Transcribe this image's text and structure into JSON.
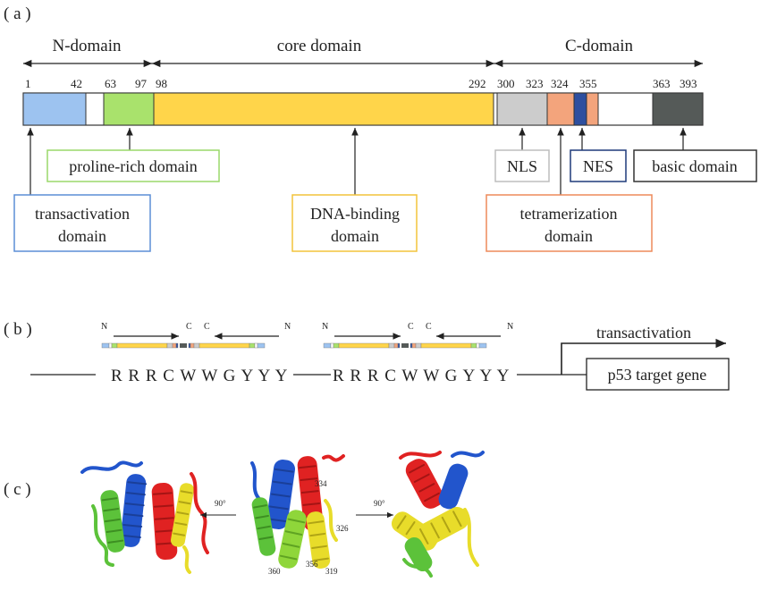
{
  "panels": {
    "a": "( a )",
    "b": "( b )",
    "c": "( c )"
  },
  "regions": {
    "n_domain": "N-domain",
    "core_domain": "core domain",
    "c_domain": "C-domain"
  },
  "positions": [
    "1",
    "42",
    "63",
    "97",
    "98",
    "292",
    "300",
    "323",
    "324",
    "355",
    "363",
    "393"
  ],
  "labels": {
    "proline_rich": "proline-rich domain",
    "transactivation_line1": "transactivation",
    "transactivation_line2": "domain",
    "dna_binding_line1": "DNA-binding",
    "dna_binding_line2": "domain",
    "nls": "NLS",
    "nes": "NES",
    "basic": "basic domain",
    "tetramerization_line1": "tetramerization",
    "tetramerization_line2": "domain"
  },
  "colors": {
    "transactivation": "#9dc3f0",
    "proline": "#a9e26c",
    "core": "#ffd54a",
    "nls": "#cccccc",
    "tetramerization": "#f3a47c",
    "nes": "#2e4f9f",
    "basic": "#555a58",
    "box_proline": "#9ad86a",
    "box_transactivation": "#5b8ed6",
    "box_dna": "#f2c43b",
    "box_nls": "#bdbdbd",
    "box_nes": "#1f3a7a",
    "box_basic": "#333333",
    "box_tetra": "#ee8a5a"
  },
  "response_element": {
    "n_label": "N",
    "c_label": "C",
    "sequence_1": "R R R C W W G Y Y Y",
    "sequence_2": "R R R C W W G Y Y Y",
    "transactivation": "transactivation",
    "target_gene": "p53 target gene"
  },
  "structure": {
    "rotation_left": "90°",
    "rotation_right": "90°",
    "residues": [
      "334",
      "326",
      "360",
      "356",
      "319"
    ]
  }
}
